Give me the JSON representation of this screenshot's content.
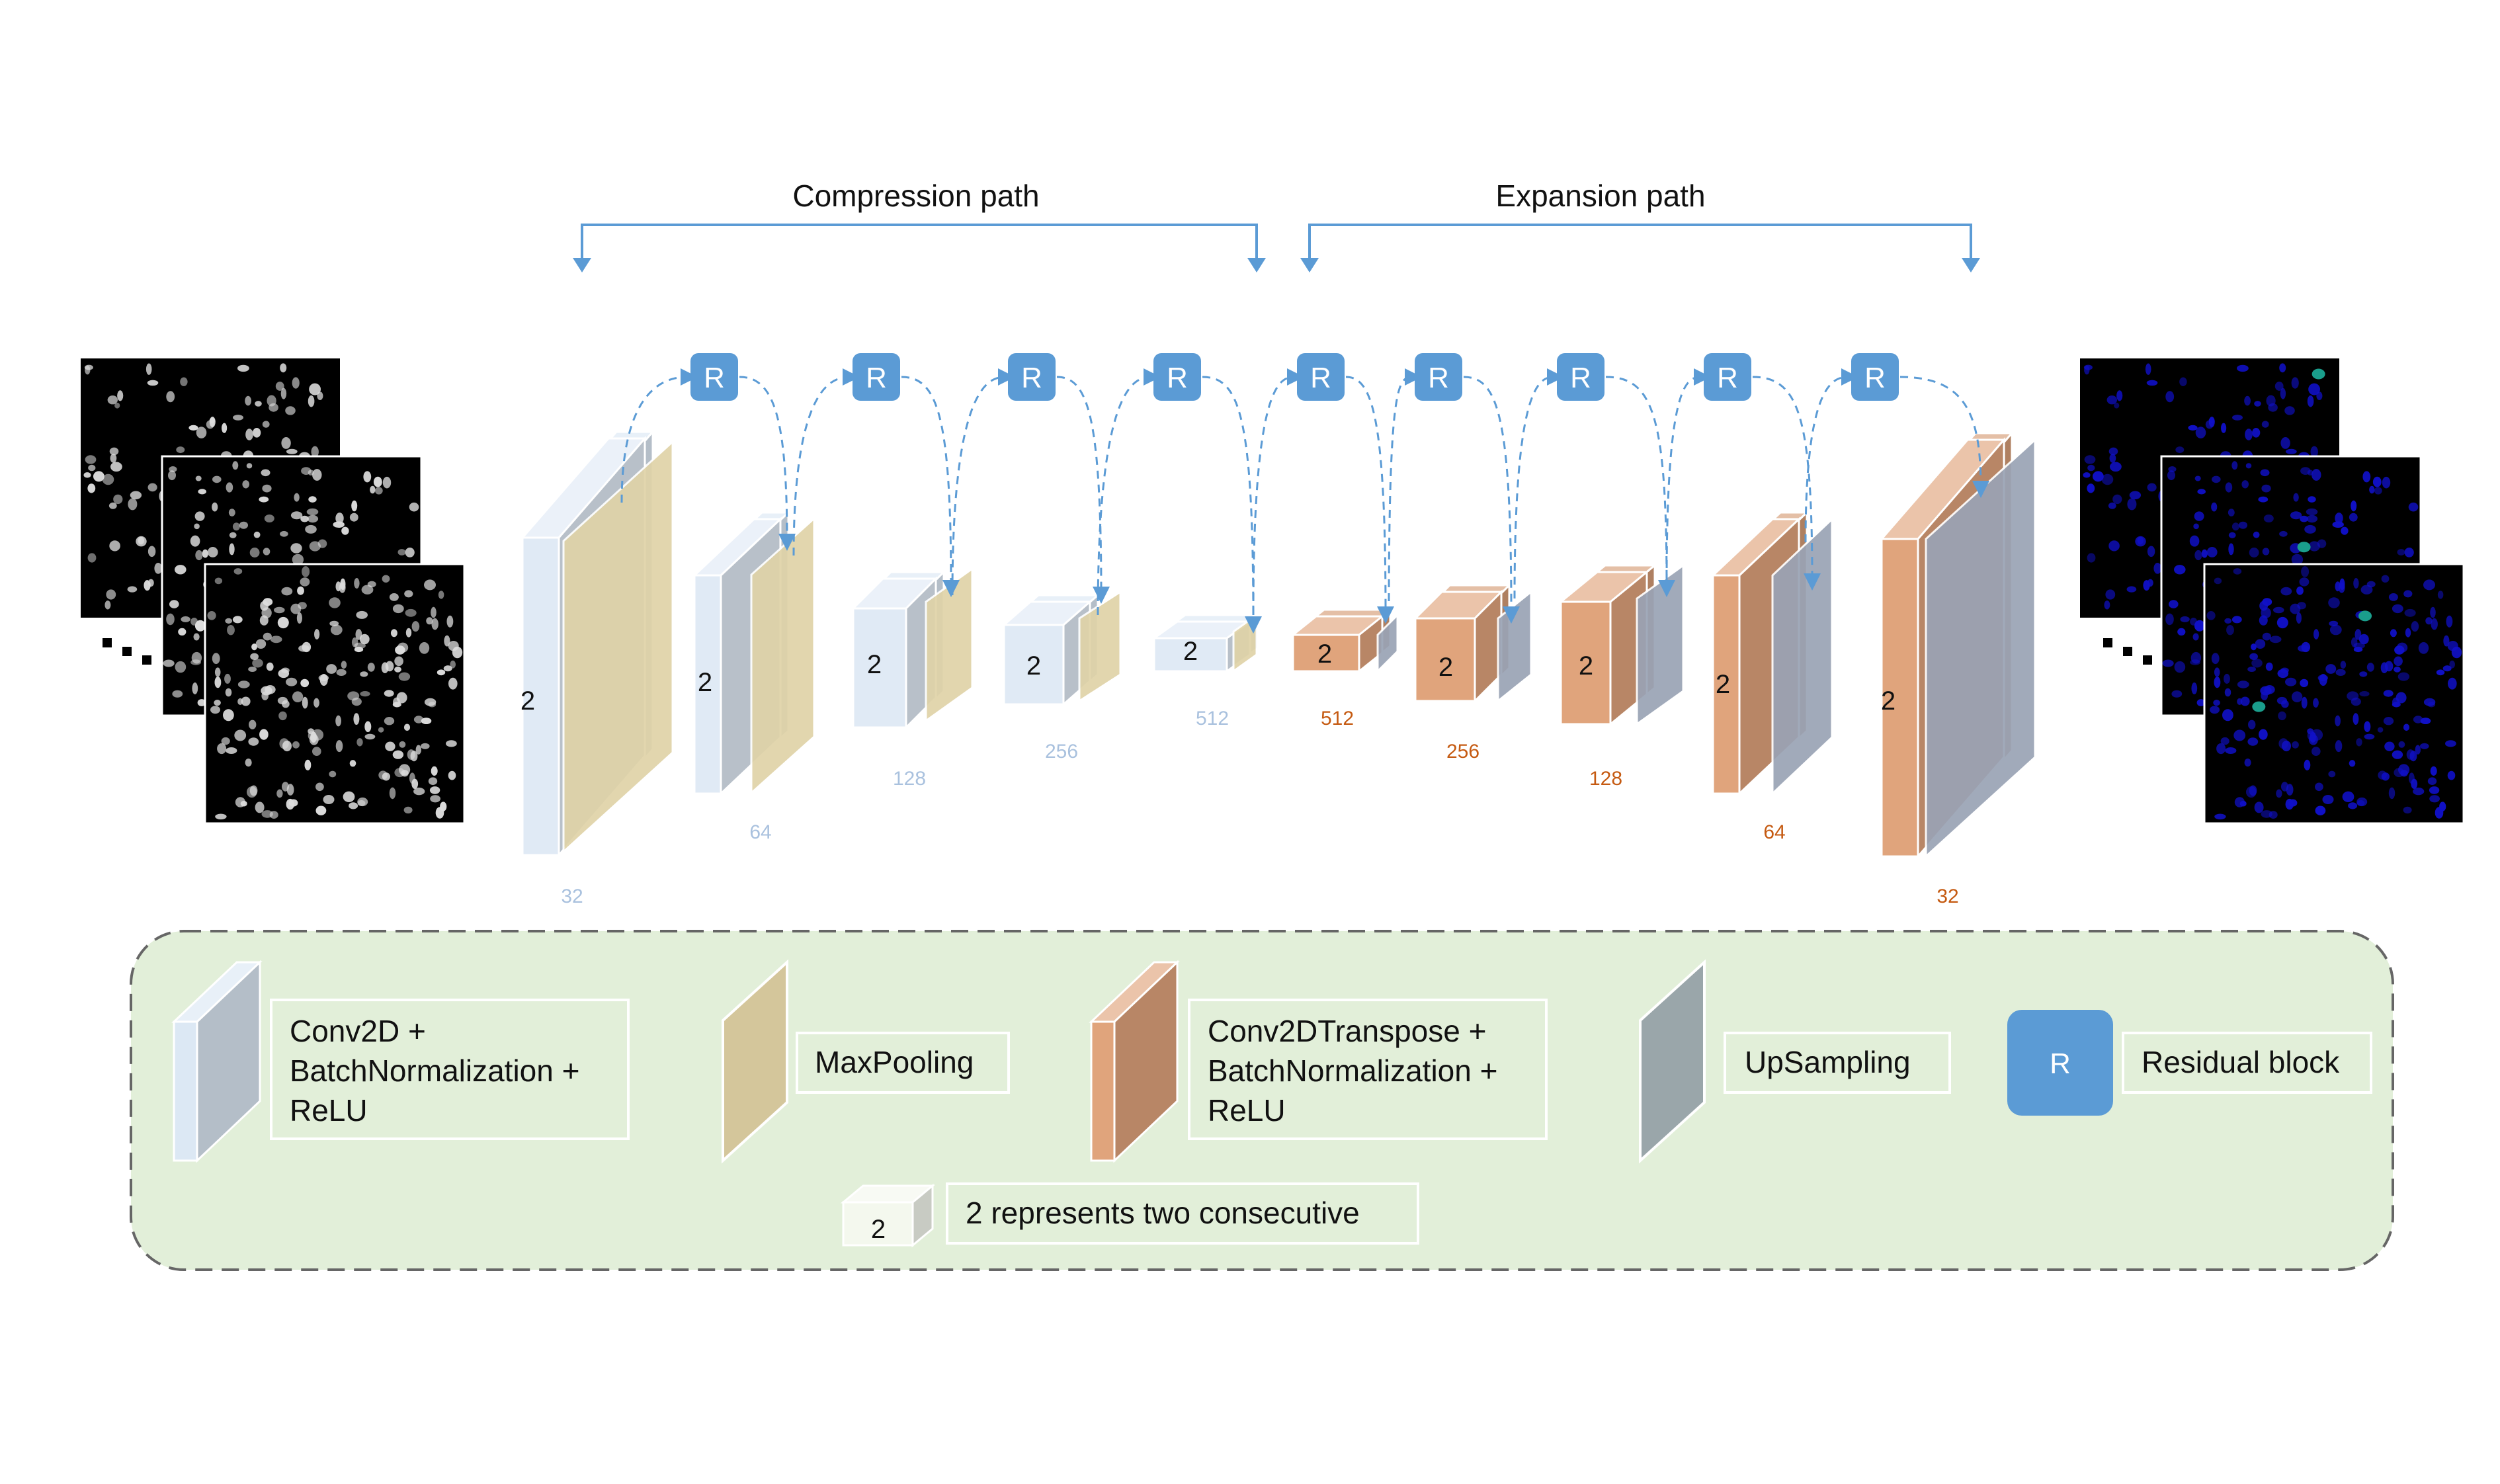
{
  "paths": {
    "compression": "Compression path",
    "expansion": "Expansion path"
  },
  "residual_symbol": "R",
  "repeat_mark": "2",
  "encoder_depths": [
    "32",
    "64",
    "128",
    "256",
    "512"
  ],
  "decoder_depths": [
    "512",
    "256",
    "128",
    "64",
    "32"
  ],
  "legend": {
    "conv": [
      "Conv2D +",
      "BatchNormalization +",
      "ReLU"
    ],
    "maxpool": "MaxPooling",
    "convT": [
      "Conv2DTranspose +",
      "BatchNormalization +",
      "ReLU"
    ],
    "upsampling": "UpSampling",
    "residual_symbol": "R",
    "residual": "Residual block",
    "repeat_symbol": "2",
    "repeat": "2 represents two consecutive"
  },
  "colors": {
    "conv": "#dce8f4",
    "maxpool": "#e0d3a8",
    "convT": "#e0a47c",
    "upsampling": "#9aa3b5",
    "residual": "#5b9bd5",
    "arrow": "#5b9bd5",
    "encoder_label": "#a9c1de",
    "decoder_label": "#c55a11",
    "legend_bg": "#e2efd9",
    "nuclei_input": "#dddddd",
    "nuclei_output": "#1010c8",
    "nuclei_highlight": "#1a9e8c"
  }
}
